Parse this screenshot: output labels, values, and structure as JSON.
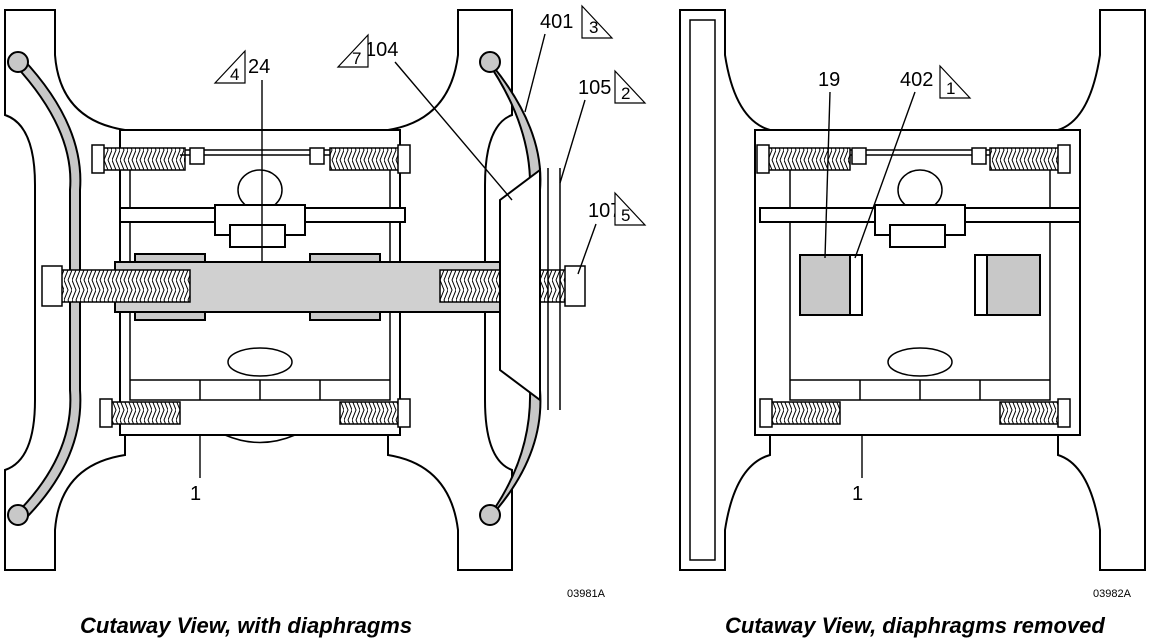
{
  "left_view": {
    "caption": "Cutaway View, with diaphragms",
    "drawing_number": "03981A",
    "callouts": [
      "24",
      "104",
      "401",
      "105",
      "107",
      "1"
    ],
    "note_flags": [
      "4",
      "7",
      "3",
      "2",
      "5"
    ]
  },
  "right_view": {
    "caption": "Cutaway View, diaphragms removed",
    "drawing_number": "03982A",
    "callouts": [
      "19",
      "402",
      "1"
    ],
    "note_flags": [
      "1"
    ]
  }
}
